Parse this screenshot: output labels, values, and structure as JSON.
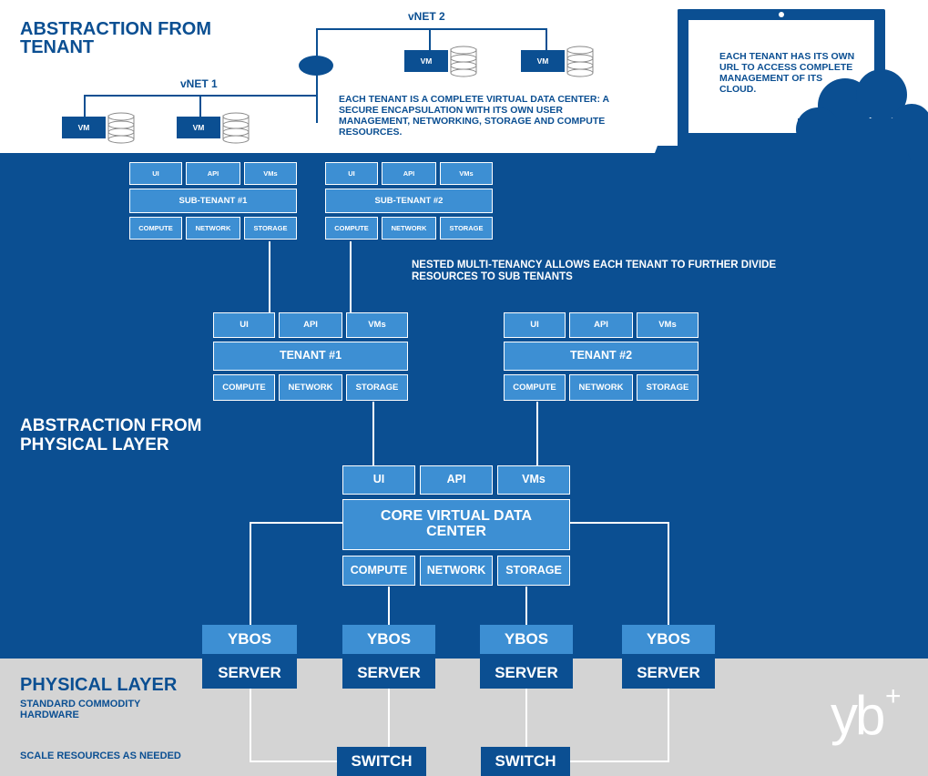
{
  "tenant_section": {
    "title": "ABSTRACTION FROM TENANT",
    "vnet1": "vNET 1",
    "vnet2": "vNET 2",
    "vm_label": "VM",
    "description": "EACH TENANT IS A COMPLETE VIRTUAL DATA CENTER: A SECURE ENCAPSULATION WITH ITS OWN USER MANAGEMENT, NETWORKING, STORAGE AND COMPUTE RESOURCES.",
    "laptop_text": "EACH TENANT HAS ITS OWN URL TO ACCESS COMPLETE MANAGEMENT OF ITS CLOUD."
  },
  "labels": {
    "ui": "UI",
    "api": "API",
    "vms": "VMs",
    "compute": "COMPUTE",
    "network": "NETWORK",
    "storage": "STORAGE"
  },
  "sub_tenants": [
    "SUB-TENANT #1",
    "SUB-TENANT #2"
  ],
  "nested_note": "NESTED MULTI-TENANCY ALLOWS EACH TENANT TO FURTHER DIVIDE RESOURCES TO SUB TENANTS",
  "tenants": [
    "TENANT #1",
    "TENANT #2"
  ],
  "physical_abstraction_title": "ABSTRACTION FROM PHYSICAL LAYER",
  "core": "CORE VIRTUAL DATA CENTER",
  "ybos": "YBOS",
  "server": "SERVER",
  "switch": "SWITCH",
  "physical_layer": {
    "title": "PHYSICAL LAYER",
    "subtitle": "STANDARD COMMODITY HARDWARE",
    "scale_note": "SCALE RESOURCES AS NEEDED"
  },
  "logo": {
    "text": "yb",
    "sup": "+"
  },
  "colors": {
    "dark_blue": "#0b4f92",
    "box_blue": "#3d8fd3",
    "gray": "#d4d4d4"
  }
}
